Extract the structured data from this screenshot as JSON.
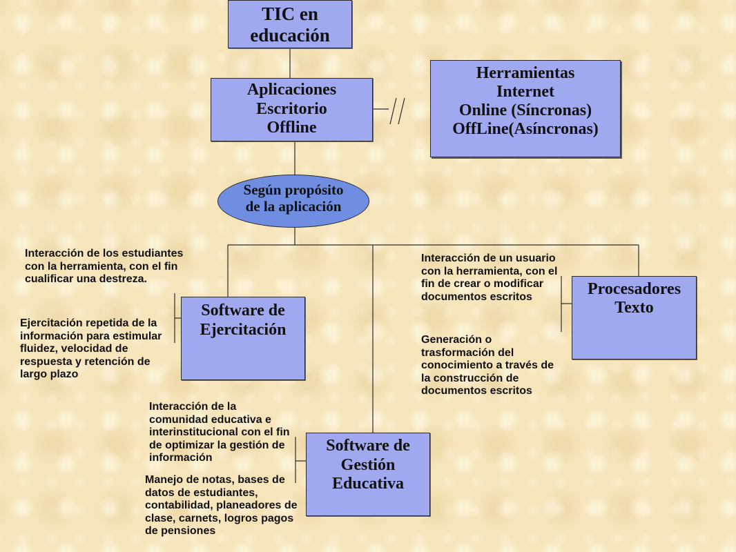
{
  "nodes": {
    "root": {
      "lines": [
        "TIC en",
        "educación"
      ]
    },
    "desktop_apps": {
      "lines": [
        "Aplicaciones",
        "Escritorio",
        "Offline"
      ]
    },
    "internet_tools": {
      "lines": [
        "Herramientas",
        "Internet",
        "Online (Síncronas)",
        "OffLine(Asíncronas)"
      ]
    },
    "purpose": {
      "lines": [
        "Según propósito",
        "de la aplicación"
      ]
    },
    "drill_software": {
      "lines": [
        "Software de",
        "Ejercitación"
      ]
    },
    "word_processors": {
      "lines": [
        "Procesadores",
        "Texto"
      ]
    },
    "management_software": {
      "lines": [
        "Software de",
        "Gestión",
        "Educativa"
      ]
    }
  },
  "annotations": {
    "drill_interaction": {
      "lines": [
        "Interacción de los estudiantes",
        "con la herramienta, con el fin",
        "cualificar una destreza."
      ]
    },
    "drill_description": {
      "lines": [
        "Ejercitación repetida de la",
        "información para estimular",
        "fluidez, velocidad de",
        "respuesta y retención de",
        "largo plazo"
      ]
    },
    "processors_interaction": {
      "lines": [
        "Interacción de un usuario",
        "con la herramienta, con el",
        "fin de crear o modificar",
        "documentos escritos"
      ]
    },
    "processors_description": {
      "lines": [
        "Generación o",
        "trasformación del",
        "conocimiento a través de",
        "la construcción de",
        "documentos escritos"
      ]
    },
    "management_interaction": {
      "lines": [
        "Interacción de la",
        "comunidad educativa e",
        "interinstitucional con el fin",
        "de optimizar la gestión de",
        "información"
      ]
    },
    "management_description": {
      "lines": [
        "Manejo de notas, bases de",
        "datos de estudiantes,",
        "contabilidad, planeadores de",
        "clase, carnets, logros pagos",
        "de pensiones"
      ]
    }
  },
  "colors": {
    "background": "#f6e4ba",
    "box_fill": "#a0a8ef",
    "ellipse_fill": "#6f8ee2",
    "border": "#2b2b2b",
    "text": "#111111"
  }
}
